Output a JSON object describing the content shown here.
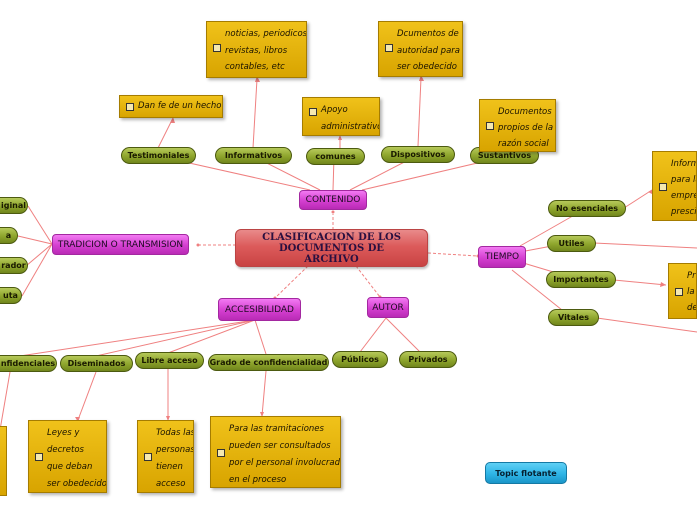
{
  "central": "CLASIFICACION DE LOS DOCUMENTOS DE ARCHIVO",
  "branches": {
    "contenido": "CONTENIDO",
    "tradicion": "TRADICION O TRANSMISION",
    "tiempo": "TIEMPO",
    "accesibilidad": "ACCESIBILIDAD",
    "autor": "AUTOR"
  },
  "contenido_items": [
    "Testimoniales",
    "Informativos",
    "comunes",
    "Dispositivos",
    "Sustantivos"
  ],
  "tradicion_items": [
    "iginal",
    "a",
    "rador",
    "uta"
  ],
  "tiempo_items": [
    "No esenciales",
    "Utiles",
    "Importantes",
    "Vitales"
  ],
  "accesibilidad_items": [
    "nfidenciales",
    "Diseminados",
    "Libre acceso",
    "Grado de confidencialidad"
  ],
  "autor_items": [
    "Públicos",
    "Privados"
  ],
  "notes": {
    "testimoniales": "Dan fe de un hecho",
    "informativos": "noticias, periodicos\nrevistas, libros\ncontables, etc",
    "comunes": "Apoyo\nadministrativo",
    "dispositivos": "Dcumentos de\nautoridad para\nser obedecido",
    "sustantivos": "Documentos\npropios de la\nrazón social",
    "no_esenciales": "Inform\npara la\nempres\nprescin",
    "importantes": "Pre\nla t\ndec",
    "diseminados": "Leyes y\ndecretos\nque deban\nser obedecidos",
    "libre_acceso": "Todas las\npersonas\ntienen\nacceso",
    "grado": "Para las tramitaciones\npueden ser consultados\npor el personal involucrado\nen el proceso"
  },
  "floating_topic": "Topic flotante",
  "colors": {
    "central": "#dc5b5b",
    "main_topic": "#d43fd0",
    "subtopic": "#8ea52c",
    "note": "#e8b40a",
    "floating": "#2eb4e6",
    "connector": "#ef7f7f"
  }
}
